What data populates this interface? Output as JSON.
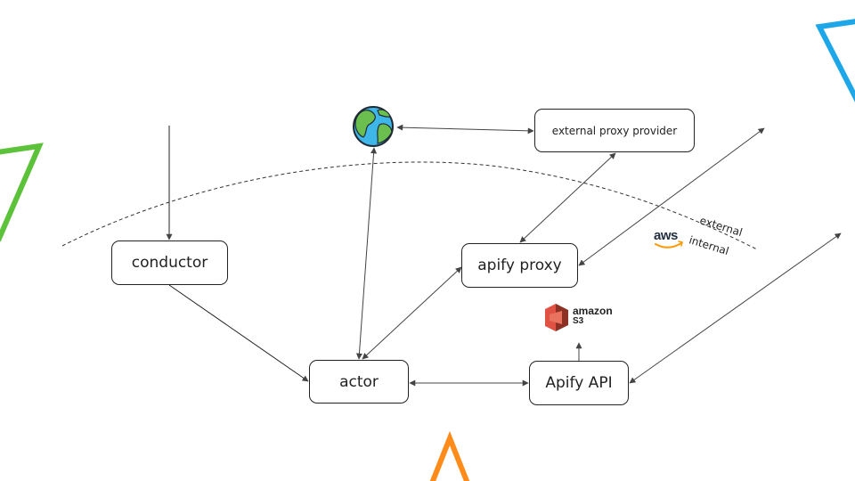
{
  "nodes": {
    "conductor": "conductor",
    "actor": "actor",
    "apify_proxy": "apify proxy",
    "apify_api": "Apify API",
    "external_proxy_provider": "external proxy provider"
  },
  "zones": {
    "external": "external",
    "internal": "internal"
  },
  "logos": {
    "aws": "aws",
    "s3_top": "amazon",
    "s3_bottom": "S3"
  },
  "icons": {
    "internet": "globe-icon",
    "aws": "aws-logo",
    "s3": "amazon-s3-logo"
  },
  "colors": {
    "stroke": "#444444",
    "green_accent": "#5cc23a",
    "blue_accent": "#1ea7e8",
    "orange_accent": "#ff8c1a",
    "s3_red": "#d9352c",
    "aws_orange": "#ff9900",
    "globe_ocean": "#3fb6e8",
    "globe_land": "#6bbf4e"
  }
}
